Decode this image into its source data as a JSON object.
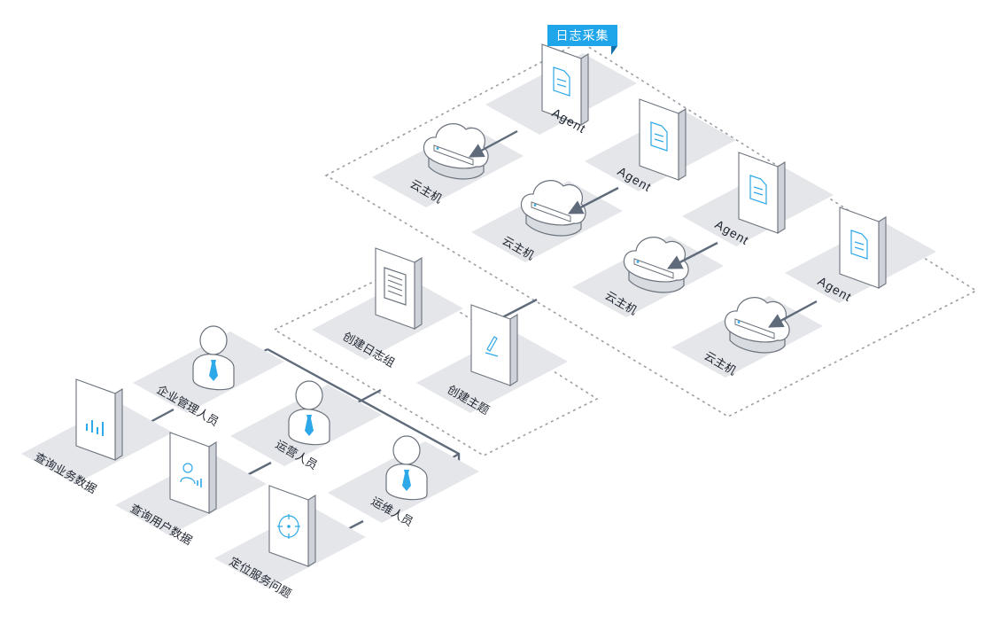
{
  "badge": {
    "label": "日志采集"
  },
  "colors": {
    "accent": "#1fa5ea",
    "arrow": "#5f6b7b",
    "tile": "#e4e6ea",
    "frame": "#9a9ea5"
  },
  "collection": {
    "agents": [
      {
        "label": "Agent",
        "icon": "document-icon"
      },
      {
        "label": "Agent",
        "icon": "document-icon"
      },
      {
        "label": "Agent",
        "icon": "document-icon"
      },
      {
        "label": "Agent",
        "icon": "document-icon"
      }
    ],
    "hosts": [
      {
        "label": "云主机",
        "icon": "cloud-server-icon"
      },
      {
        "label": "云主机",
        "icon": "cloud-server-icon"
      },
      {
        "label": "云主机",
        "icon": "cloud-server-icon"
      },
      {
        "label": "云主机",
        "icon": "cloud-server-icon"
      }
    ]
  },
  "processing": {
    "log_group": {
      "label": "创建日志组",
      "icon": "list-document-icon"
    },
    "topic": {
      "label": "创建主题",
      "icon": "edit-icon"
    }
  },
  "roles": {
    "admin": {
      "label": "企业管理人员",
      "icon": "person-icon"
    },
    "ops": {
      "label": "运营人员",
      "icon": "person-icon"
    },
    "maintenance": {
      "label": "运维人员",
      "icon": "person-icon"
    }
  },
  "outputs": {
    "business": {
      "label": "查询业务数据",
      "icon": "bar-chart-icon"
    },
    "user": {
      "label": "查询用户数据",
      "icon": "user-chart-icon"
    },
    "locate": {
      "label": "定位服务问题",
      "icon": "target-icon"
    }
  }
}
